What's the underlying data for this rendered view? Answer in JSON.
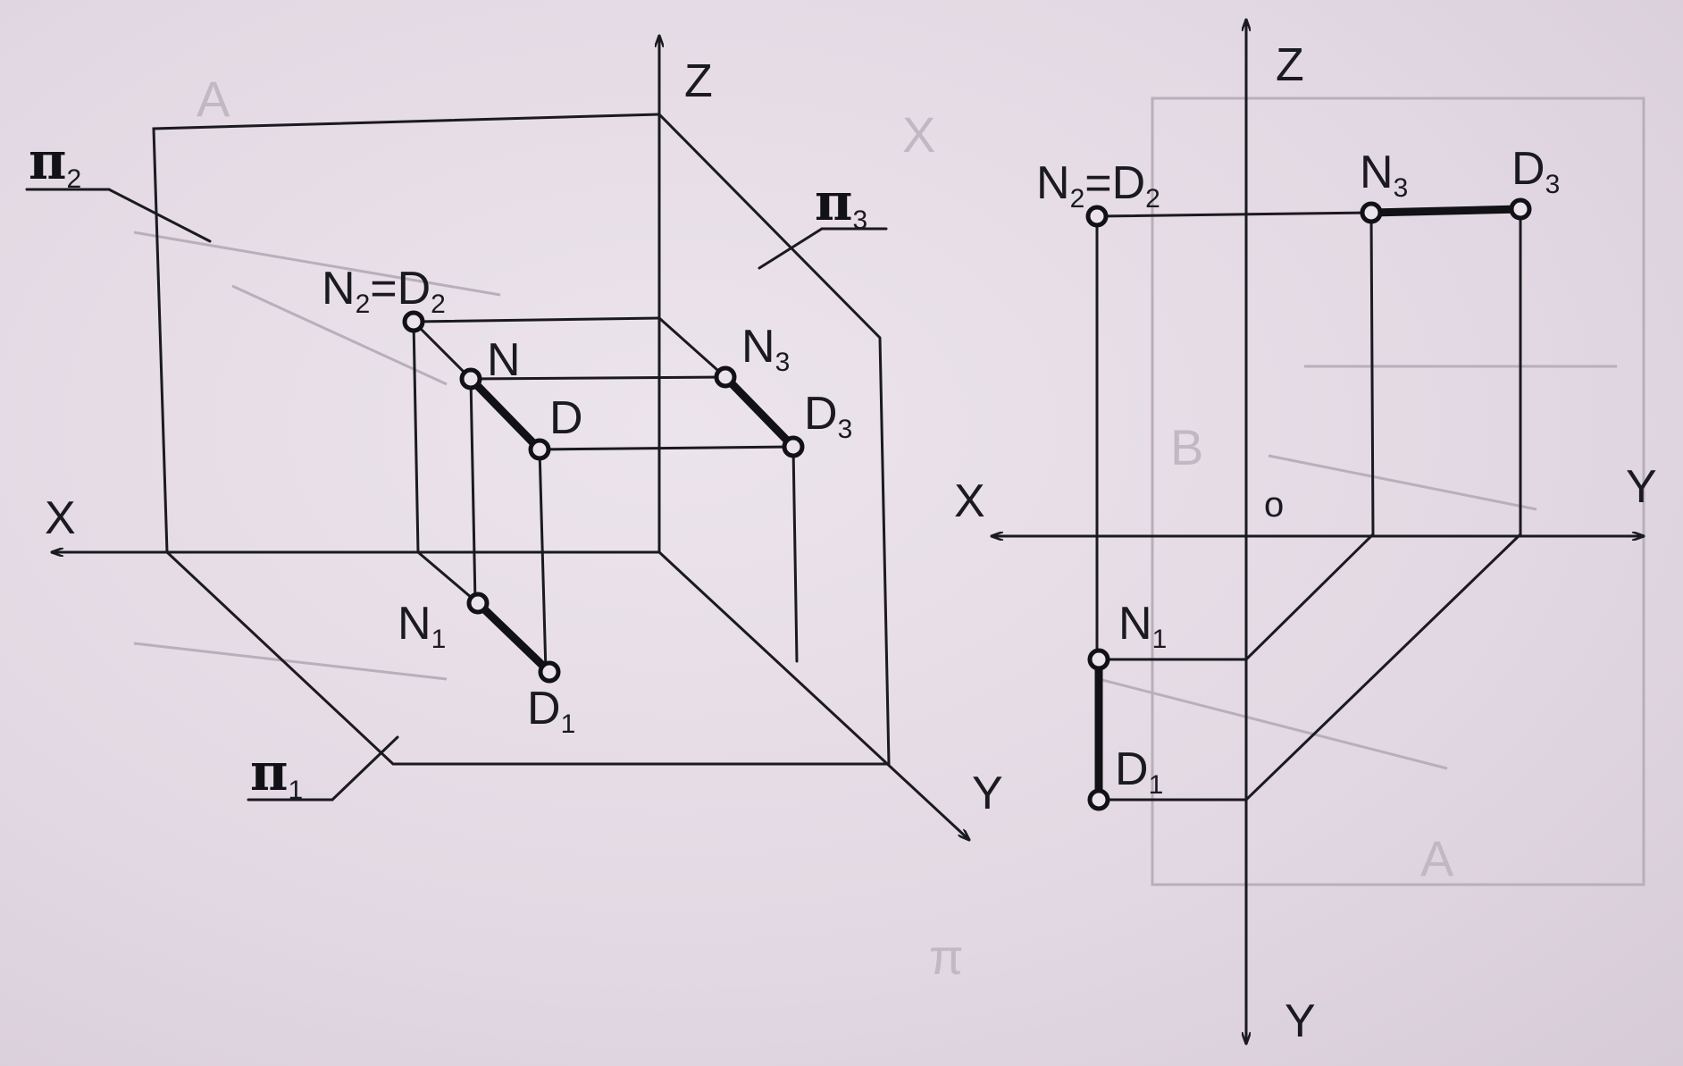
{
  "labels": {
    "pi1_sym": "π",
    "pi1_sub": "1",
    "pi2_sym": "π",
    "pi2_sub": "2",
    "pi3_sym": "π",
    "pi3_sub": "3",
    "left_z": "Z",
    "left_x": "X",
    "left_y": "Y",
    "right_z": "Z",
    "right_x": "X",
    "right_y_h": "Y",
    "right_y_v": "Y",
    "origin": "o",
    "left_n2d2": {
      "a": "N",
      "a_sub": "2",
      "eq": "=D",
      "b_sub": "2"
    },
    "left_n": "N",
    "left_d": "D",
    "left_n3": {
      "t": "N",
      "sub": "3"
    },
    "left_d3": {
      "t": "D",
      "sub": "3"
    },
    "left_n1": {
      "t": "N",
      "sub": "1"
    },
    "left_d1": {
      "t": "D",
      "sub": "1"
    },
    "right_n2d2": {
      "a": "N",
      "a_sub": "2",
      "eq": "=D",
      "b_sub": "2"
    },
    "right_n3": {
      "t": "N",
      "sub": "3"
    },
    "right_d3": {
      "t": "D",
      "sub": "3"
    },
    "right_n1": {
      "t": "N",
      "sub": "1"
    },
    "right_d1": {
      "t": "D",
      "sub": "1"
    }
  },
  "colors": {
    "ink": "#1a1a1f",
    "paper": "#e6dde6"
  }
}
